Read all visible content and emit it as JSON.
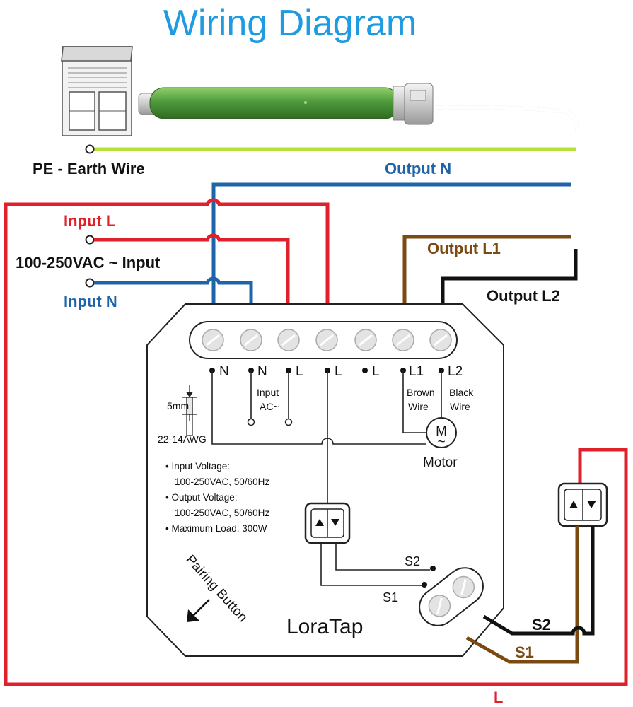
{
  "title": "Wiring Diagram",
  "labels": {
    "pe_earth": "PE - Earth Wire",
    "output_n": "Output N",
    "input_l": "Input L",
    "input_range": "100-250VAC ~ Input",
    "input_n": "Input N",
    "output_l1": "Output L1",
    "output_l2": "Output L2",
    "bottom_l": "L"
  },
  "terminals": [
    "N",
    "N",
    "L",
    "L",
    "L",
    "L1",
    "L2"
  ],
  "module": {
    "input_label_1": "Input",
    "input_label_2": "AC~",
    "brown_1": "Brown",
    "brown_2": "Wire",
    "black_1": "Black",
    "black_2": "Wire",
    "motor_symbol": "M",
    "motor_tilde": "~",
    "motor": "Motor",
    "strip_len": "5mm",
    "awg": "22-14AWG",
    "specs": [
      "• Input Voltage:",
      "100-250VAC, 50/60Hz",
      "• Output Voltage:",
      "100-250VAC, 50/60Hz",
      "• Maximum Load: 300W"
    ],
    "s2": "S2",
    "s1": "S1",
    "pairing": "Pairing Button",
    "brand": "LoraTap"
  },
  "external_switch": {
    "s2": "S2",
    "s1": "S1"
  },
  "colors": {
    "title": "#1f9be0",
    "live_red": "#e0212b",
    "neutral_blue": "#1f63a8",
    "earth_green": "#b6e03a",
    "brown": "#7b4a12",
    "black": "#111111",
    "motor_green": "#4f9a3c"
  },
  "icons": [
    "window-shutter-icon",
    "tubular-motor-icon",
    "up-arrow-icon",
    "down-arrow-icon",
    "pairing-arrow-icon"
  ]
}
